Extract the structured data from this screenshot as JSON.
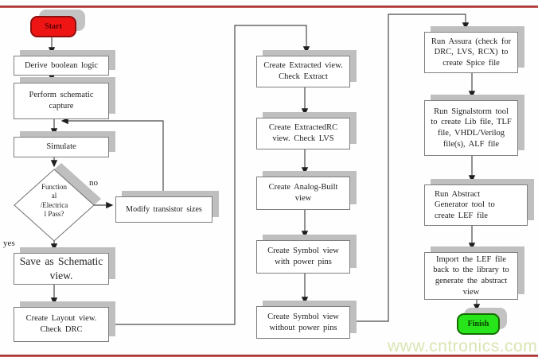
{
  "page": {
    "watermark": "www.cntronics.com",
    "colors": {
      "rule": "#a81c1c",
      "watermark": "#d9e5b2",
      "box_shadow": "#bfbfbf",
      "start_fill": "#ef1515",
      "finish_fill": "#27e41b",
      "connector": "#4a4a4a"
    }
  },
  "nodes": {
    "start": "Start",
    "derive": "Derive boolean logic",
    "perform": "Perform schematic\ncapture",
    "simulate": "Simulate",
    "decision": "Function\nal\n/Electrica\nl Pass?",
    "modify": "Modify transistor sizes",
    "save": "Save as Schematic\nview.",
    "layout": "Create Layout view.\nCheck DRC",
    "extract": "Create Extracted view.\nCheck Extract",
    "extractedrc": "Create ExtractedRC\nview.  Check LVS",
    "analog": "Create Analog-Built\nview",
    "symbol_with": "Create Symbol view\nwith  power pins",
    "symbol_without": "Create Symbol view\nwithout  power pins",
    "assura": "Run Assura (check for\nDRC, LVS, RCX) to\ncreate Spice file",
    "signalstorm": "Run Signalstorm tool\nto create Lib file, TLF\nfile, VHDL/Verilog\nfile(s), ALF file",
    "abstract": "Run Abstract\nGenerator tool to\ncreate LEF file",
    "import": "Import the LEF file\nback to the library  to\ngenerate  the  abstract\nview",
    "finish": "Finish"
  },
  "edge_labels": {
    "yes": "yes",
    "no": "no"
  }
}
